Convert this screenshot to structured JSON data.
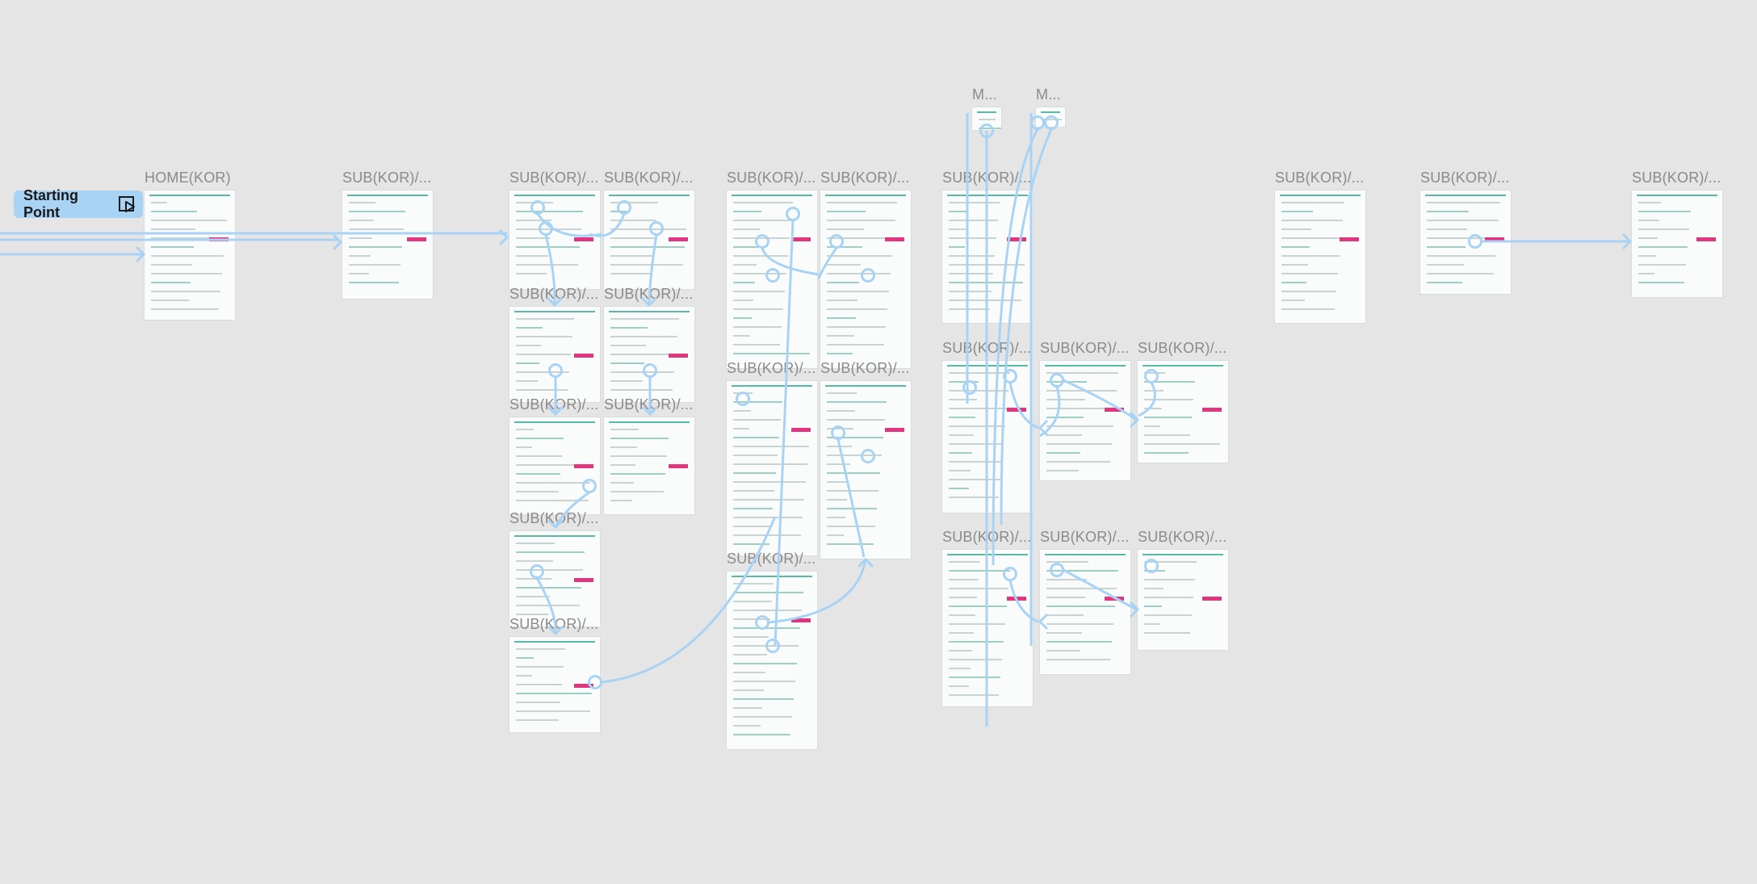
{
  "canvas": {
    "background": "#e5e5e5",
    "connector_color": "#a9d3f5",
    "accent_pink": "#e2357f",
    "accent_green": "#5bb8a5"
  },
  "starting_point": {
    "label": "Starting Point",
    "icon": "play-frame-icon"
  },
  "frames": [
    {
      "id": "home",
      "label": "HOME(KOR)"
    },
    {
      "id": "s1",
      "label": "SUB(KOR)/..."
    },
    {
      "id": "s2",
      "label": "SUB(KOR)/..."
    },
    {
      "id": "s3",
      "label": "SUB(KOR)/..."
    },
    {
      "id": "s4",
      "label": "SUB(KOR)/..."
    },
    {
      "id": "s5",
      "label": "SUB(KOR)/..."
    },
    {
      "id": "s6",
      "label": "SUB(KOR)/..."
    },
    {
      "id": "s7",
      "label": "SUB(KOR)/..."
    },
    {
      "id": "s8",
      "label": "SUB(KOR)/..."
    },
    {
      "id": "s9",
      "label": "SUB(KOR)/..."
    },
    {
      "id": "s10",
      "label": "SUB(KOR)/..."
    },
    {
      "id": "s11",
      "label": "SUB(KOR)/..."
    },
    {
      "id": "s12",
      "label": "SUB(KOR)/..."
    },
    {
      "id": "s13",
      "label": "SUB(KOR)/..."
    },
    {
      "id": "s14",
      "label": "SUB(KOR)/..."
    },
    {
      "id": "s15",
      "label": "SUB(KOR)/..."
    },
    {
      "id": "s16",
      "label": "SUB(KOR)/..."
    },
    {
      "id": "s17",
      "label": "SUB(KOR)/..."
    },
    {
      "id": "s18",
      "label": "SUB(KOR)/..."
    },
    {
      "id": "s19",
      "label": "SUB(KOR)/..."
    },
    {
      "id": "s20",
      "label": "SUB(KOR)/..."
    },
    {
      "id": "s21",
      "label": "SUB(KOR)/..."
    },
    {
      "id": "s22",
      "label": "SUB(KOR)/..."
    },
    {
      "id": "s23",
      "label": "SUB(KOR)/..."
    },
    {
      "id": "s24",
      "label": "SUB(KOR)/..."
    },
    {
      "id": "s25",
      "label": "SUB(KOR)/..."
    },
    {
      "id": "s26",
      "label": "SUB(KOR)/..."
    },
    {
      "id": "m1",
      "label": "M..."
    },
    {
      "id": "m2",
      "label": "M..."
    }
  ]
}
